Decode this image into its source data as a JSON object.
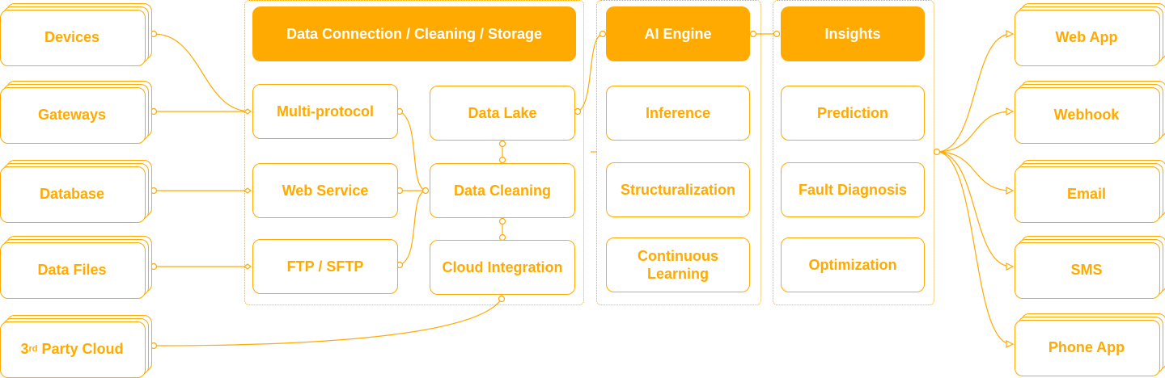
{
  "sources": [
    {
      "label": "Devices"
    },
    {
      "label": "Gateways"
    },
    {
      "label": "Database"
    },
    {
      "label": "Data Files"
    },
    {
      "label_main": "3",
      "label_sup": "rd",
      "label_rest": " Party Cloud"
    }
  ],
  "storage": {
    "header": "Data Connection / Cleaning / Storage",
    "protocols": [
      "Multi-protocol",
      "Web Service",
      "FTP / SFTP"
    ],
    "processing": [
      "Data Lake",
      "Data Cleaning",
      "Cloud Integration"
    ]
  },
  "ai_engine": {
    "header": "AI Engine",
    "items": [
      "Inference",
      "Structuralization",
      "Continuous Learning"
    ]
  },
  "insights": {
    "header": "Insights",
    "items": [
      "Prediction",
      "Fault Diagnosis",
      "Optimization"
    ]
  },
  "outputs": [
    "Web App",
    "Webhook",
    "Email",
    "SMS",
    "Phone App"
  ],
  "colors": {
    "accent": "#FFAA00",
    "background": "#FFFFFF",
    "header_text": "#FFFFFF"
  }
}
